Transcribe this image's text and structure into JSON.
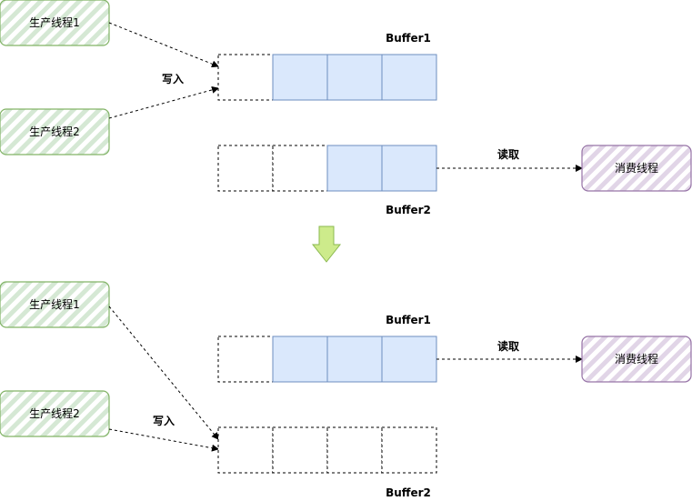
{
  "colors": {
    "producer_fill": "#d5e8d4",
    "producer_stroke": "#82b366",
    "consumer_fill": "#e1d5e7",
    "consumer_stroke": "#9673a6",
    "filled_cell_fill": "#dae8fc",
    "filled_cell_stroke": "#6c8ebf",
    "empty_cell_stroke": "#000000",
    "arrow_fill": "#cdeb8b",
    "arrow_stroke": "#8ab84f"
  },
  "top": {
    "producer1": "生产线程1",
    "producer2": "生产线程2",
    "write_label": "写入",
    "buffer1_label": "Buffer1",
    "buffer2_label": "Buffer2",
    "read_label": "读取",
    "consumer": "消费线程"
  },
  "bottom": {
    "producer1": "生产线程1",
    "producer2": "生产线程2",
    "write_label": "写入",
    "buffer1_label": "Buffer1",
    "buffer2_label": "Buffer2",
    "read_label": "读取",
    "consumer": "消费线程"
  }
}
